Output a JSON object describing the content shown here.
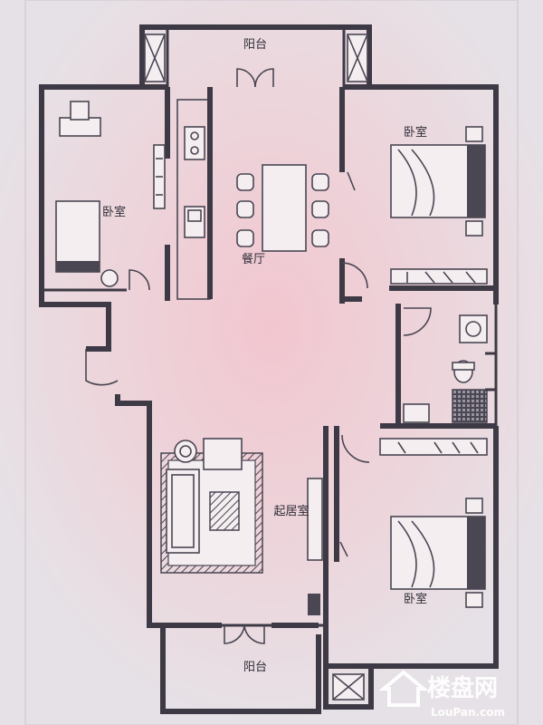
{
  "rooms": {
    "top_balcony": "阳台",
    "bedroom_left": "卧室",
    "bedroom_top_right": "卧室",
    "dining": "餐厅",
    "living": "起居室",
    "bedroom_bottom_right": "卧室",
    "bottom_balcony": "阳台"
  },
  "watermark": {
    "brand": "楼盘网",
    "url": "LouPan.com"
  },
  "colors": {
    "background": "#e9e2e6",
    "center_glow": "#f0c9d2",
    "wall": "#3d3a45",
    "watermark": "#ffffff"
  }
}
